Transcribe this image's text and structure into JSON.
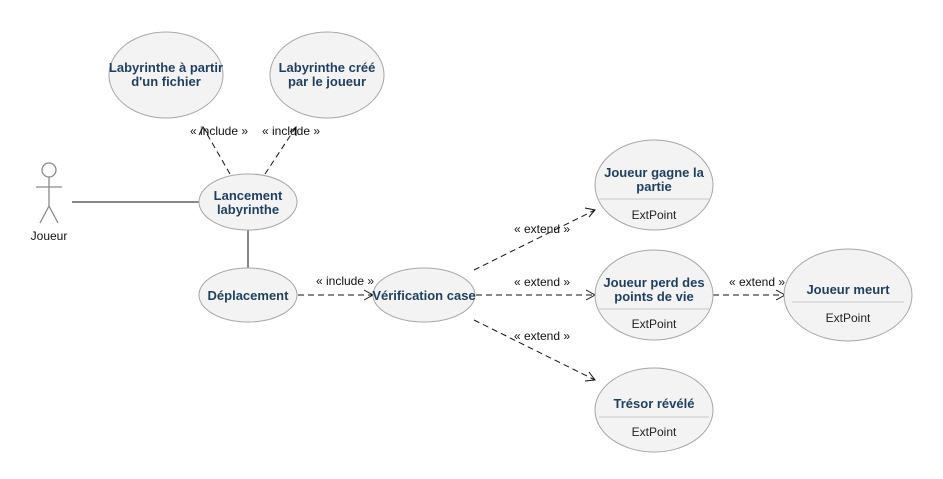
{
  "actor": {
    "label": "Joueur"
  },
  "use_cases": {
    "laby_fichier": {
      "line1": "Labyrinthe à partir",
      "line2": "d'un fichier"
    },
    "laby_joueur": {
      "line1": "Labyrinthe créé",
      "line2": "par le joueur"
    },
    "lancement": {
      "line1": "Lancement",
      "line2": "labyrinthe"
    },
    "deplacement": {
      "line1": "Déplacement"
    },
    "verification": {
      "line1": "Vérification case"
    },
    "gagne": {
      "line1": "Joueur gagne la",
      "line2": "partie",
      "ext": "ExtPoint"
    },
    "perd": {
      "line1": "Joueur perd des",
      "line2": "points de vie",
      "ext": "ExtPoint"
    },
    "meurt": {
      "line1": "Joueur meurt",
      "ext": "ExtPoint"
    },
    "tresor": {
      "line1": "Trésor révélé",
      "ext": "ExtPoint"
    }
  },
  "relations": {
    "include_fichier": "« include »",
    "include_joueur": "« include »",
    "include_verif": "« include »",
    "extend_gagne": "« extend »",
    "extend_perd": "« extend »",
    "extend_tresor": "« extend »",
    "extend_meurt": "« extend »"
  }
}
